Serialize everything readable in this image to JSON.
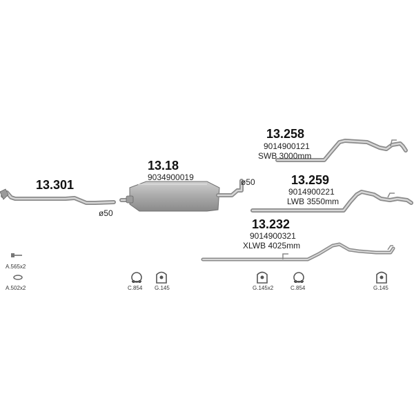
{
  "parts": [
    {
      "id": "13.301",
      "number": "",
      "note": "",
      "diameter": "ø50"
    },
    {
      "id": "13.18",
      "number": "9034900019",
      "note": "",
      "diameter": "ø50"
    },
    {
      "id": "13.258",
      "number": "9014900121",
      "note": "SWB 3000mm",
      "diameter": ""
    },
    {
      "id": "13.259",
      "number": "9014900221",
      "note": "LWB 3550mm",
      "diameter": ""
    },
    {
      "id": "13.232",
      "number": "9014900321",
      "note": "XLWB 4025mm",
      "diameter": ""
    }
  ],
  "accessories": [
    {
      "code": "A.565x2",
      "icon": "bolt-icon"
    },
    {
      "code": "A.502x2",
      "icon": "gasket-icon"
    },
    {
      "code": "C.854",
      "icon": "clamp-icon"
    },
    {
      "code": "G.145",
      "icon": "rubber-hanger-icon"
    },
    {
      "code": "G.145x2",
      "icon": "rubber-hanger-icon"
    },
    {
      "code": "C.854",
      "icon": "clamp-icon"
    },
    {
      "code": "G.145",
      "icon": "rubber-hanger-icon"
    }
  ],
  "colors": {
    "pipe_dark": "#8a8a8a",
    "pipe_light": "#d2d2d2",
    "text": "#111111"
  }
}
